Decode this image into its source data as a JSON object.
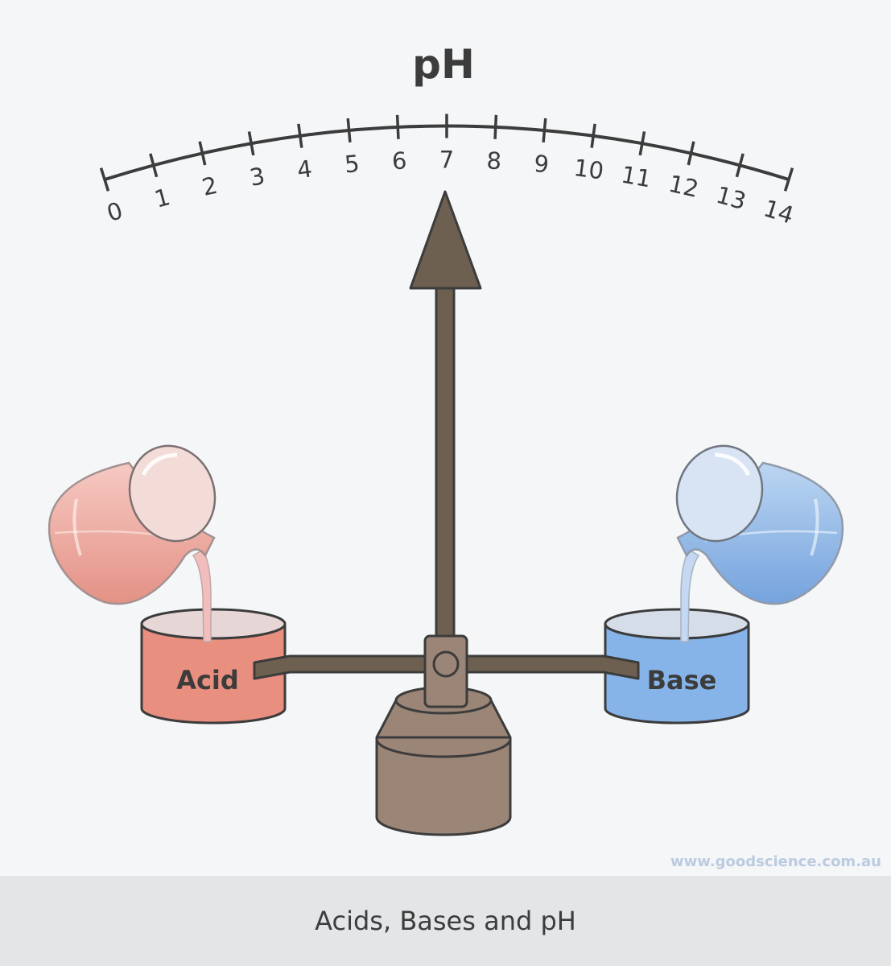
{
  "title": "pH",
  "scale": {
    "min": 0,
    "max": 14,
    "ticks": [
      "0",
      "1",
      "2",
      "3",
      "4",
      "5",
      "6",
      "7",
      "8",
      "9",
      "10",
      "11",
      "12",
      "13",
      "14"
    ],
    "pointer_value": 7
  },
  "containers": {
    "acid_label": "Acid",
    "base_label": "Base"
  },
  "colors": {
    "acid": "#e88f80",
    "base": "#86b3e8",
    "beam": "#6e6051",
    "stand": "#9b8576",
    "outline": "#3c3c3c"
  },
  "watermark": "www.goodscience.com.au",
  "caption": "Acids, Bases and pH"
}
